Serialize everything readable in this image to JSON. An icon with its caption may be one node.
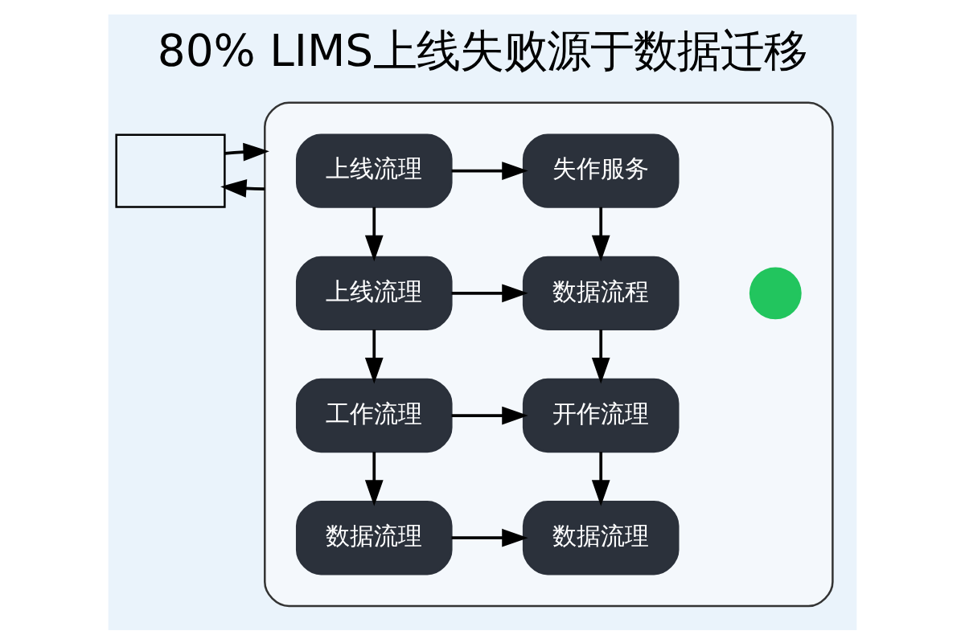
{
  "diagram": {
    "title": "80% LIMS上线失败源于数据迁移",
    "nodes": [
      {
        "text": [],
        "shape": "box"
      },
      {
        "text": [],
        "shape": "box"
      },
      {
        "text": [
          "上线流理"
        ],
        "in": 1
      },
      {
        "text": [
          "失作服务"
        ],
        "in": 1
      },
      {
        "text": [
          "上线流理"
        ],
        "in": 1
      },
      {
        "text": [
          "数据流程"
        ],
        "in": 1
      },
      {
        "text": [
          "工作流理"
        ],
        "in": 1
      },
      {
        "text": [
          "开作流理"
        ],
        "in": 1
      },
      {
        "text": [
          "数据流理"
        ],
        "in": 1
      },
      {
        "text": [
          "数据流理"
        ],
        "in": 1
      },
      {
        "text": [],
        "shape": "circle",
        "in": 1
      }
    ],
    "edges": [
      {
        "from": 0,
        "to": 1,
        "arrow": "to"
      },
      {
        "from": 1,
        "to": 0,
        "arrow": "to"
      },
      {
        "from": 2,
        "to": 3,
        "arrow": "to"
      },
      {
        "from": 2,
        "to": 4,
        "arrow": "to"
      },
      {
        "from": 3,
        "to": 5,
        "arrow": "to"
      },
      {
        "from": 4,
        "to": 5,
        "arrow": "to"
      },
      {
        "from": 4,
        "to": 6,
        "arrow": "to"
      },
      {
        "from": 5,
        "to": 7,
        "arrow": "to"
      },
      {
        "from": 6,
        "to": 7,
        "arrow": "to"
      },
      {
        "from": 6,
        "to": 8,
        "arrow": "to"
      },
      {
        "from": 7,
        "to": 9,
        "arrow": "to"
      },
      {
        "from": 8,
        "to": 9,
        "arrow": "to"
      }
    ]
  }
}
